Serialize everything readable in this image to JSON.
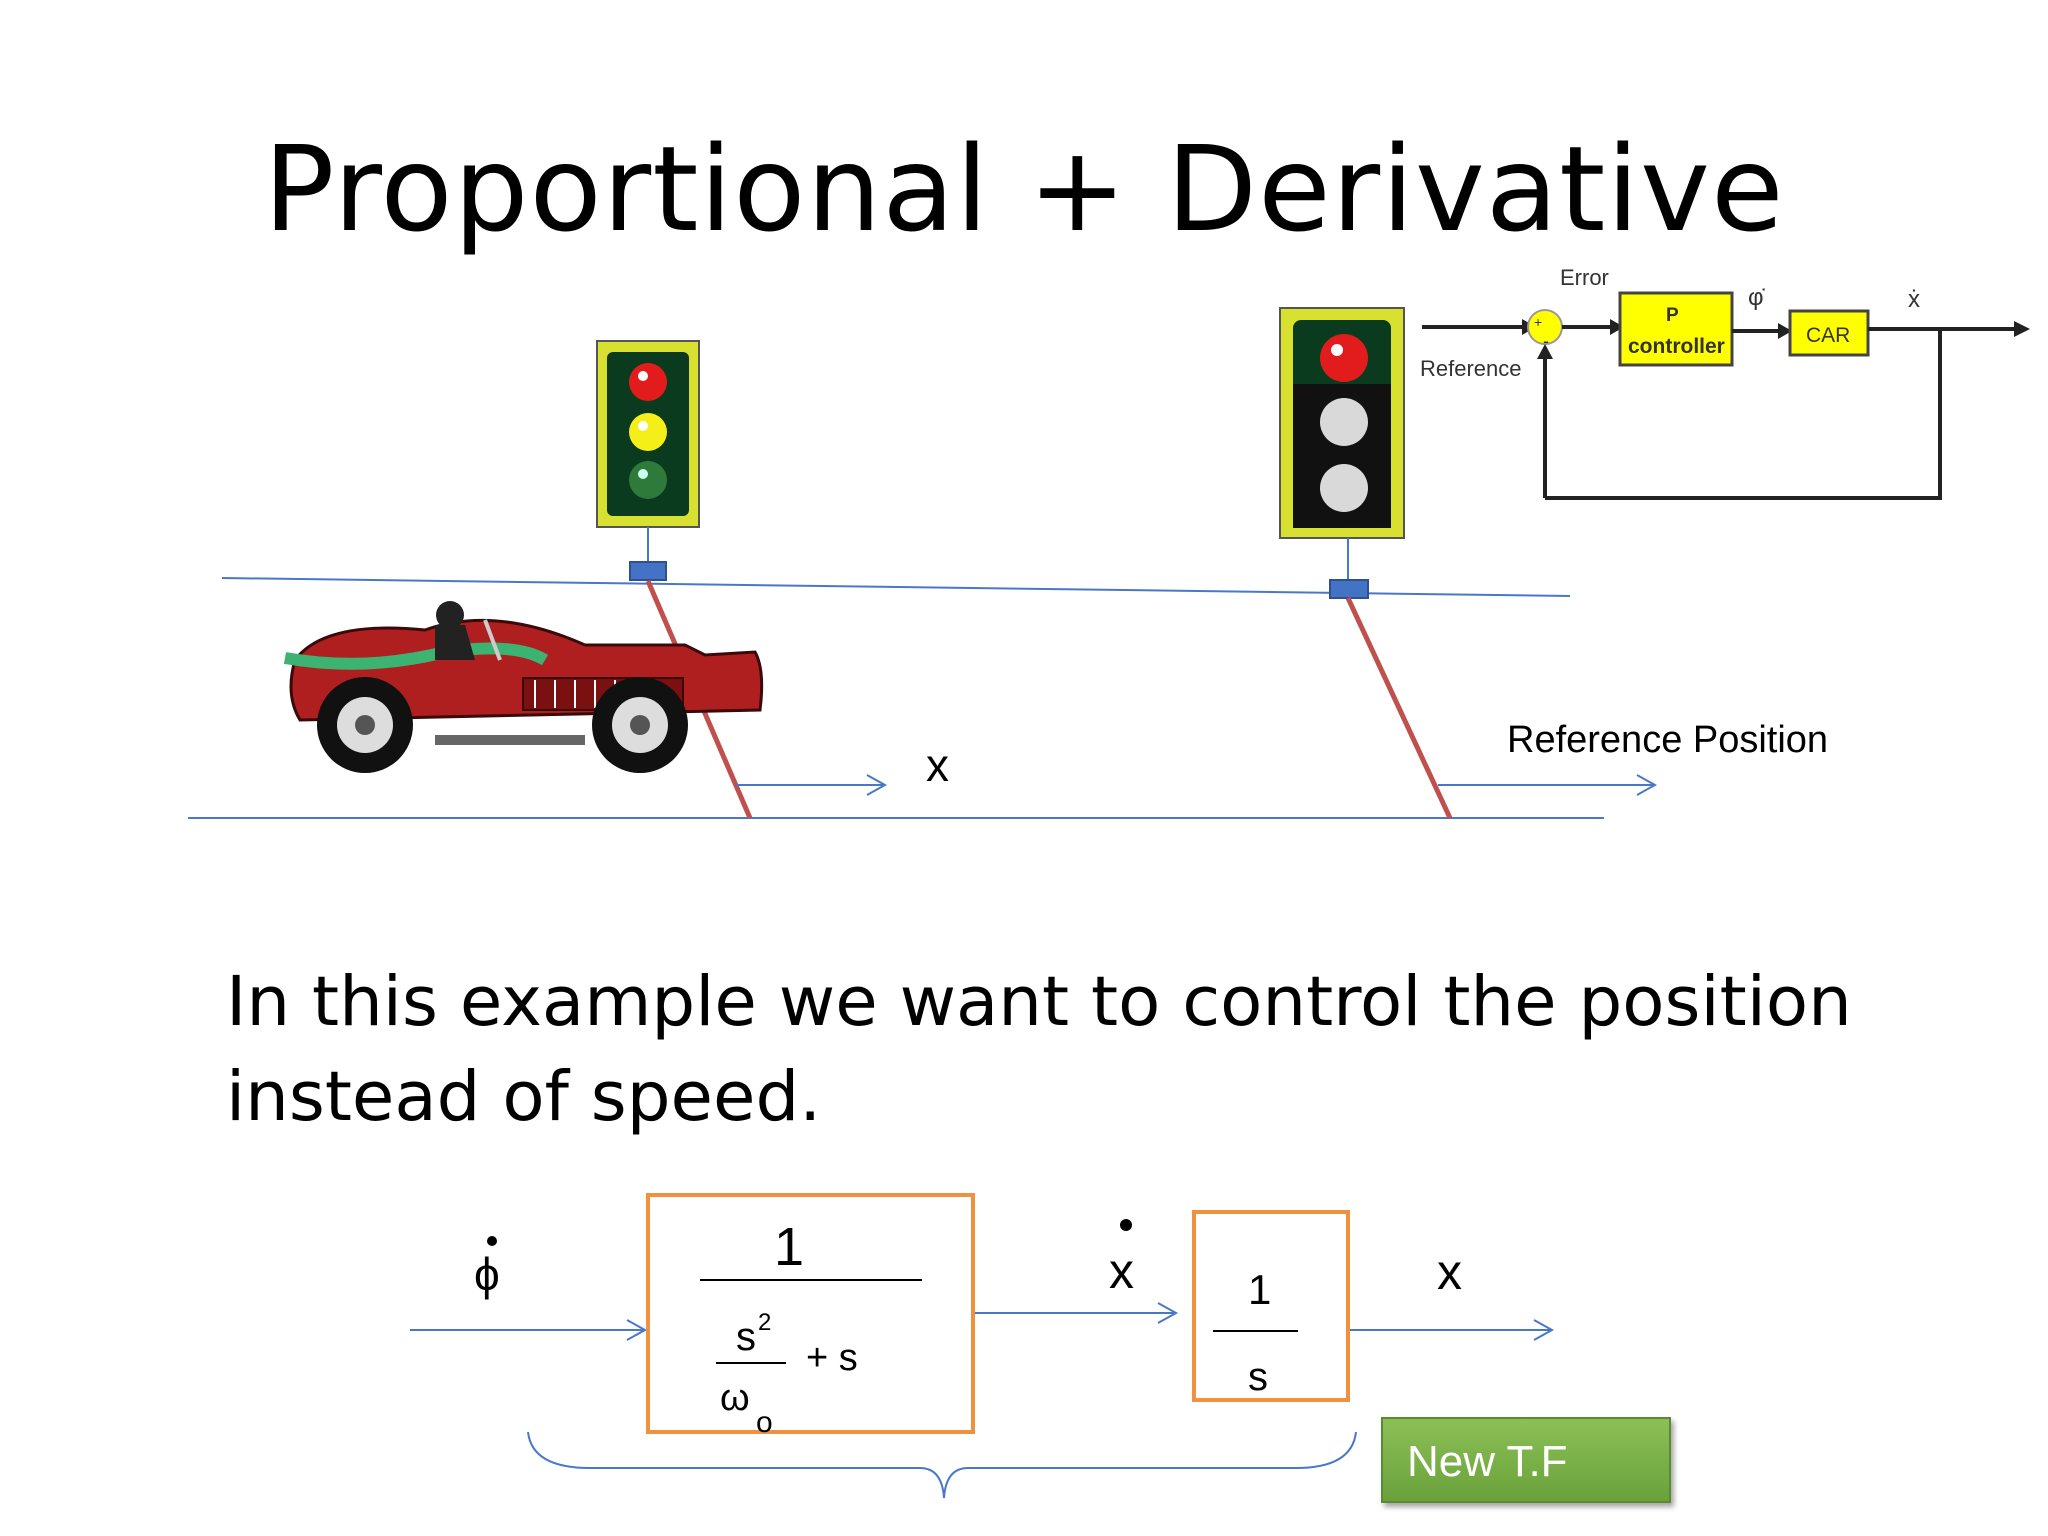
{
  "slide": {
    "title": "Proportional + Derivative",
    "body_line1": "In this example we want to control the position",
    "body_line2": "instead of speed."
  },
  "scene": {
    "x_label": "x",
    "reference_position_label": "Reference Position"
  },
  "loop_diagram": {
    "error_label": "Error",
    "reference_label": "Reference",
    "controller_line1": "P",
    "controller_line2": "controller",
    "car_label": "CAR",
    "phi_dot_label": "φ̇",
    "x_dot_label": "ẋ",
    "plus_sign": "+",
    "minus_sign": "-"
  },
  "transfer_diagram": {
    "input_label": "ϕ",
    "block1_numerator": "1",
    "block1_s2": "s",
    "block1_exp": "2",
    "block1_omega": "ω",
    "block1_sub": "o",
    "block1_plus_s": "+  s",
    "middle_label": "x",
    "block2_numerator": "1",
    "block2_denominator": "s",
    "output_label": "x",
    "new_tf_label": "New T.F"
  },
  "colors": {
    "block_border": "#f0913f",
    "arrow_blue": "#4a78c8",
    "pole_red": "#c0504d",
    "button_green": "#79b04a",
    "diagram_yellow": "#ffff00"
  }
}
